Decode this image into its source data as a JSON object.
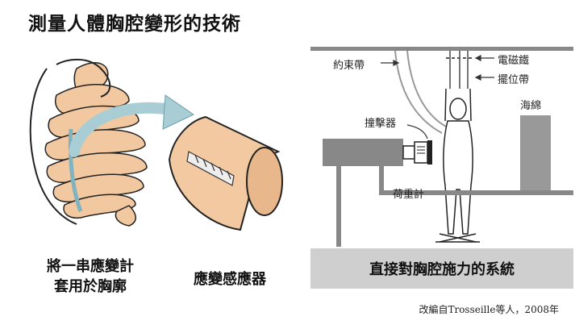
{
  "title": "測量人體胸腔變形的技術",
  "left_panel": {
    "caption_line1": "將一串應變計",
    "caption_line2": "套用於胸廓",
    "sensor_caption": "應變感應器"
  },
  "right_panel": {
    "restraint_label": "約束帶",
    "electromagnet_label": "電磁鐵",
    "position_strap_label": "擺位帶",
    "sponge_label": "海綿",
    "impactor_label": "撞擊器",
    "load_cell_label": "荷重計",
    "system_caption": "直接對胸腔施力的系統"
  },
  "credit": "改編自Trosseille等人，2008年",
  "colors": {
    "rib": "#f2c8a0",
    "sensor": "#f2c9a0",
    "apparatus_gray": "#888888",
    "base_gray": "#cfcfcf",
    "arrow": "#a8cdd4"
  }
}
